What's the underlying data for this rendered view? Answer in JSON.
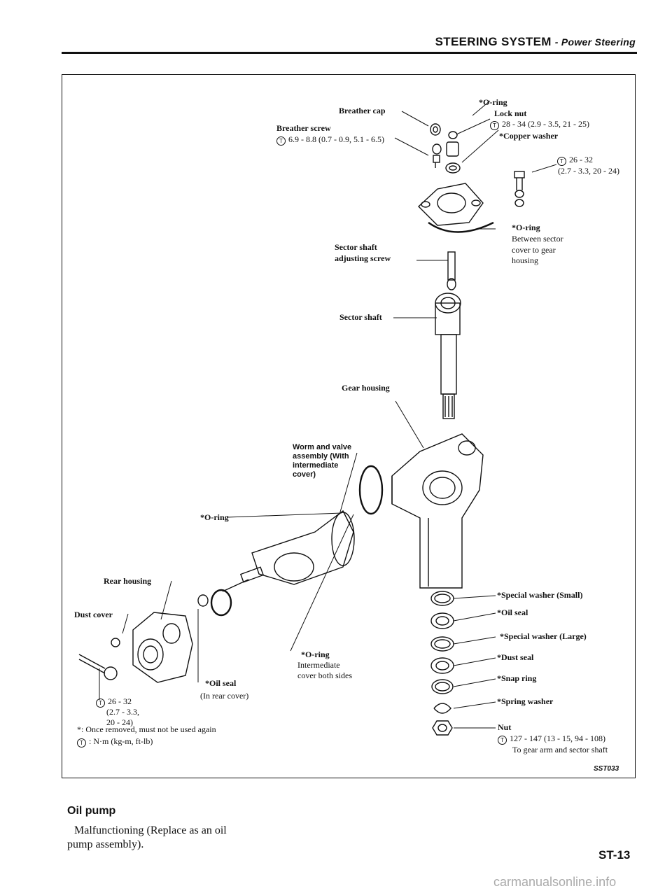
{
  "header": {
    "title": "STEERING SYSTEM",
    "subtitle": "- Power Steering"
  },
  "figure": {
    "code": "SST033",
    "labels": {
      "breather_cap": "Breather cap",
      "breather_screw": "Breather screw",
      "breather_screw_torque": "6.9 - 8.8 (0.7 - 0.9, 5.1 - 6.5)",
      "oring_top": "*O-ring",
      "lock_nut": "Lock nut",
      "lock_nut_torque": "28 - 34 (2.9 - 3.5, 21 - 25)",
      "copper_washer": "*Copper washer",
      "bolt_torque_1": "26 - 32",
      "bolt_torque_2": "(2.7 - 3.3, 20 - 24)",
      "oring_sector": "*O-ring",
      "oring_sector_note_1": "Between sector",
      "oring_sector_note_2": "cover to gear",
      "oring_sector_note_3": "housing",
      "sector_adj_1": "Sector shaft",
      "sector_adj_2": "adjusting screw",
      "sector_shaft": "Sector shaft",
      "gear_housing": "Gear housing",
      "worm_1": "Worm and valve",
      "worm_2": "assembly (With",
      "worm_3": "intermediate",
      "worm_4": "cover)",
      "oring_worm": "*O-ring",
      "rear_housing": "Rear housing",
      "dust_cover": "Dust cover",
      "oring_inter": "*O-ring",
      "oring_inter_2": "Intermediate",
      "oring_inter_3": "cover both sides",
      "oil_seal_rear": "*Oil seal",
      "oil_seal_rear_2": "(In rear cover)",
      "rear_torque_1": "26 - 32",
      "rear_torque_2": "(2.7 - 3.3,",
      "rear_torque_3": "20 - 24)",
      "special_washer_small": "*Special washer (Small)",
      "oil_seal": "*Oil seal",
      "special_washer_large": "*Special washer (Large)",
      "dust_seal": "*Dust seal",
      "snap_ring": "*Snap ring",
      "spring_washer": "*Spring washer",
      "nut": "Nut",
      "nut_torque": "127 - 147 (13 - 15, 94 - 108)",
      "nut_note": "To gear arm and sector shaft"
    },
    "legend": {
      "star": "*: Once removed, must not be used again",
      "torque": ": N·m (kg-m, ft-lb)",
      "torque_symbol": "T"
    }
  },
  "section": {
    "title": "Oil pump",
    "body": "Malfunctioning (Replace as an oil pump assembly)."
  },
  "page_number": "ST-13",
  "watermark": "carmanualsonline.info"
}
